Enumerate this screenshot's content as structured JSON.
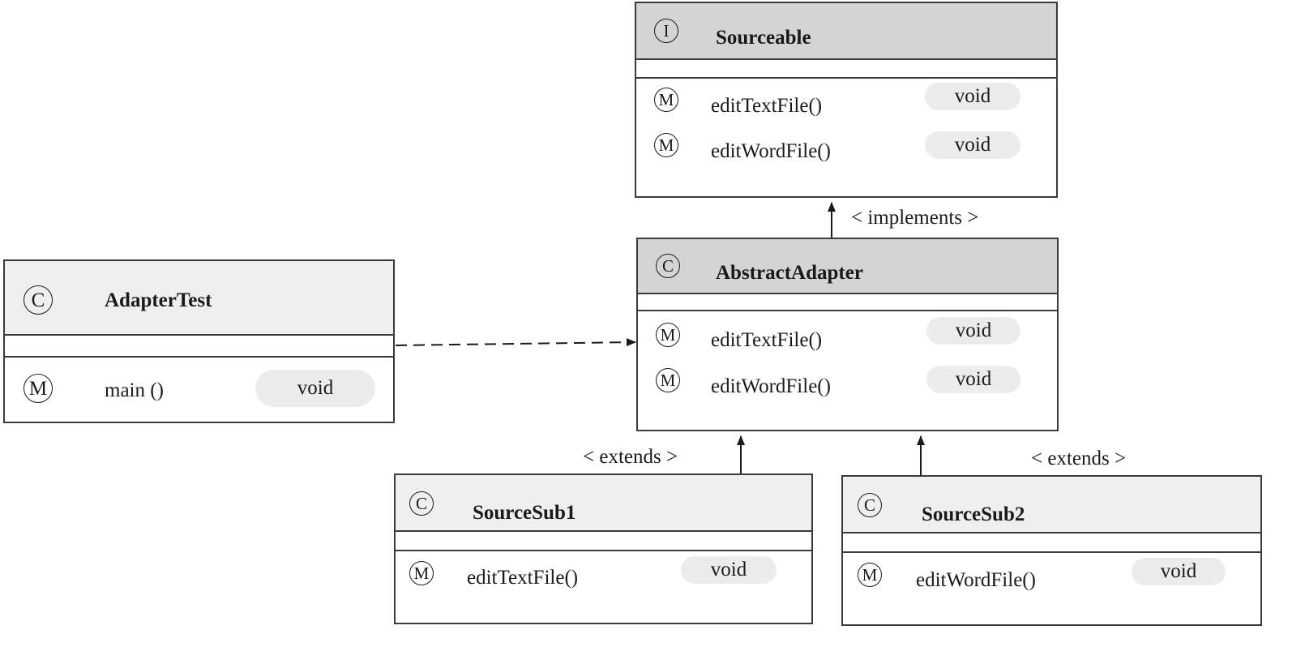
{
  "icon_letters": {
    "interface": "I",
    "class": "C",
    "method": "M"
  },
  "colors": {
    "line": "#3a3a3a",
    "header_interface": "#d4d4d4",
    "header_class": "#efefef",
    "type_pill": "#ececec"
  },
  "classes": {
    "sourceable": {
      "kind": "interface",
      "name": "Sourceable",
      "methods": [
        {
          "name": "editTextFile()",
          "type": "void"
        },
        {
          "name": "editWordFile()",
          "type": "void"
        }
      ]
    },
    "abstract_adapter": {
      "kind": "class",
      "name": "AbstractAdapter",
      "methods": [
        {
          "name": "editTextFile()",
          "type": "void"
        },
        {
          "name": "editWordFile()",
          "type": "void"
        }
      ]
    },
    "adapter_test": {
      "kind": "class",
      "name": "AdapterTest",
      "methods": [
        {
          "name": "main ()",
          "type": "void"
        }
      ]
    },
    "source_sub1": {
      "kind": "class",
      "name": "SourceSub1",
      "methods": [
        {
          "name": "editTextFile()",
          "type": "void"
        }
      ]
    },
    "source_sub2": {
      "kind": "class",
      "name": "SourceSub2",
      "methods": [
        {
          "name": "editWordFile()",
          "type": "void"
        }
      ]
    }
  },
  "relations": {
    "implements_label": "< implements >",
    "extends_sub1_label": "< extends >",
    "extends_sub2_label": "< extends >"
  }
}
